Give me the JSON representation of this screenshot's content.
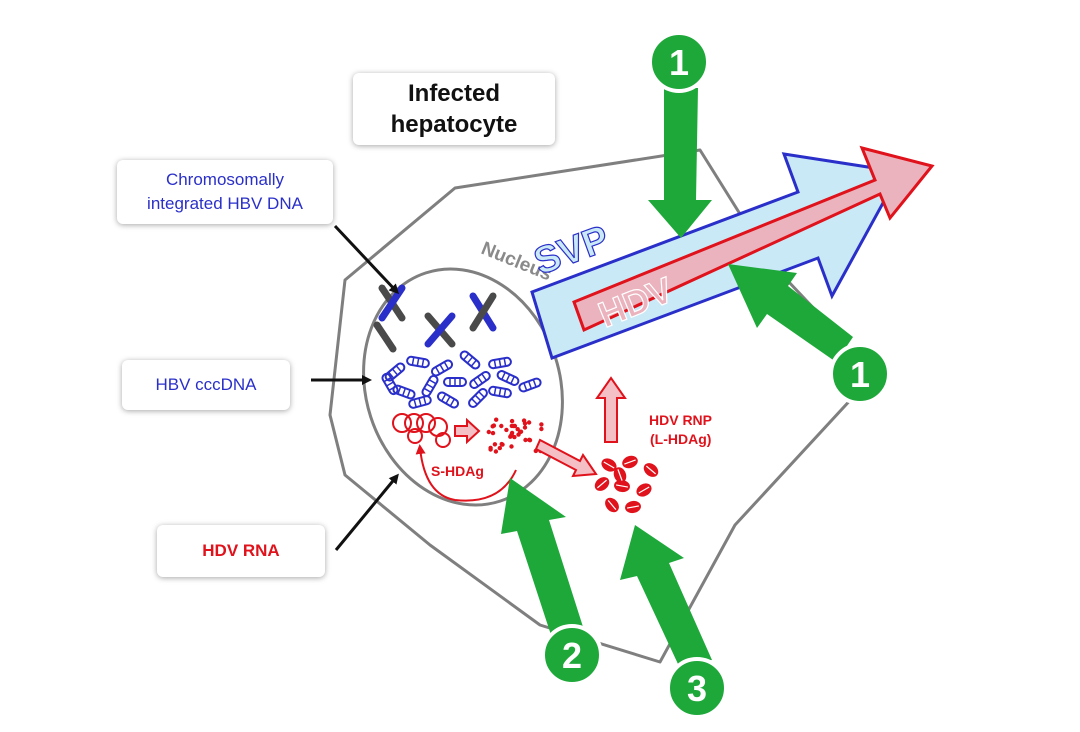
{
  "title_box": {
    "line1": "Infected",
    "line2": "hepatocyte"
  },
  "labels": {
    "chromosomal_line1": "Chromosomally",
    "chromosomal_line2": "integrated HBV DNA",
    "cccdna": "HBV cccDNA",
    "hdv_rna": "HDV RNA",
    "nucleus": "Nucleus",
    "svp": "SVP",
    "hdv": "HDV",
    "s_hdag": "S-HDAg",
    "rnp_line1": "HDV RNP",
    "rnp_line2": "(L-HDAg)"
  },
  "steps": {
    "entry_top": "1",
    "entry_right": "1",
    "step2": "2",
    "step3": "3"
  },
  "colors": {
    "green": "#1ea83a",
    "blue": "#2a2fc9",
    "red": "#e0121b",
    "gray": "#7f7f7f",
    "svp_fill": "#c9e9f7",
    "hdv_fill": "#eab3bd"
  }
}
